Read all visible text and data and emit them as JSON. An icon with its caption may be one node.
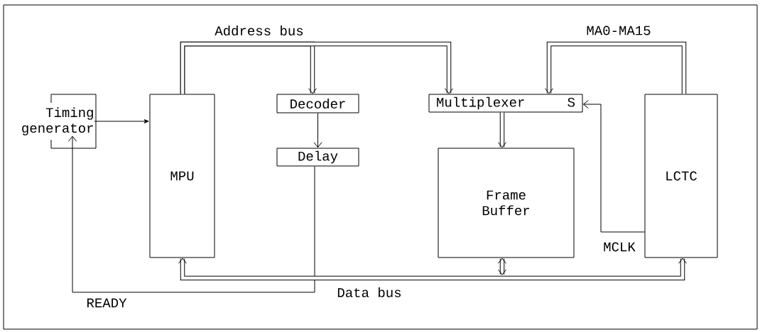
{
  "diagram": {
    "nodes": [
      {
        "text": [
          "Timing generator"
        ]
      },
      {
        "text": [
          "MPU"
        ]
      },
      {
        "text": [
          "Decoder"
        ]
      },
      {
        "text": [
          "Delay"
        ]
      },
      {
        "text": [
          "Multiplexer",
          "S"
        ]
      },
      {
        "text": [
          "Frame Buffer"
        ]
      },
      {
        "text": [
          "LCTC"
        ]
      }
    ],
    "edges": [
      {
        "from": 0,
        "to": 1,
        "arrow": "to"
      },
      {
        "from": 1,
        "to": 2,
        "arrow": "to",
        "label": "Address bus"
      },
      {
        "from": 1,
        "to": 4,
        "arrow": "to"
      },
      {
        "from": 2,
        "to": 3,
        "arrow": "to"
      },
      {
        "from": 3,
        "to": 0,
        "arrow": "to",
        "label": "READY"
      },
      {
        "from": 1,
        "to": 6,
        "arrow": "both",
        "label": "Data bus"
      },
      {
        "from": 5,
        "to": null,
        "arrow": "both"
      },
      {
        "from": 6,
        "to": 4,
        "arrow": "to",
        "label": "MA0-MA15"
      },
      {
        "from": 6,
        "to": 4,
        "arrow": "to",
        "label": "MCLK"
      },
      {
        "from": 4,
        "to": 5,
        "arrow": "to"
      }
    ]
  }
}
